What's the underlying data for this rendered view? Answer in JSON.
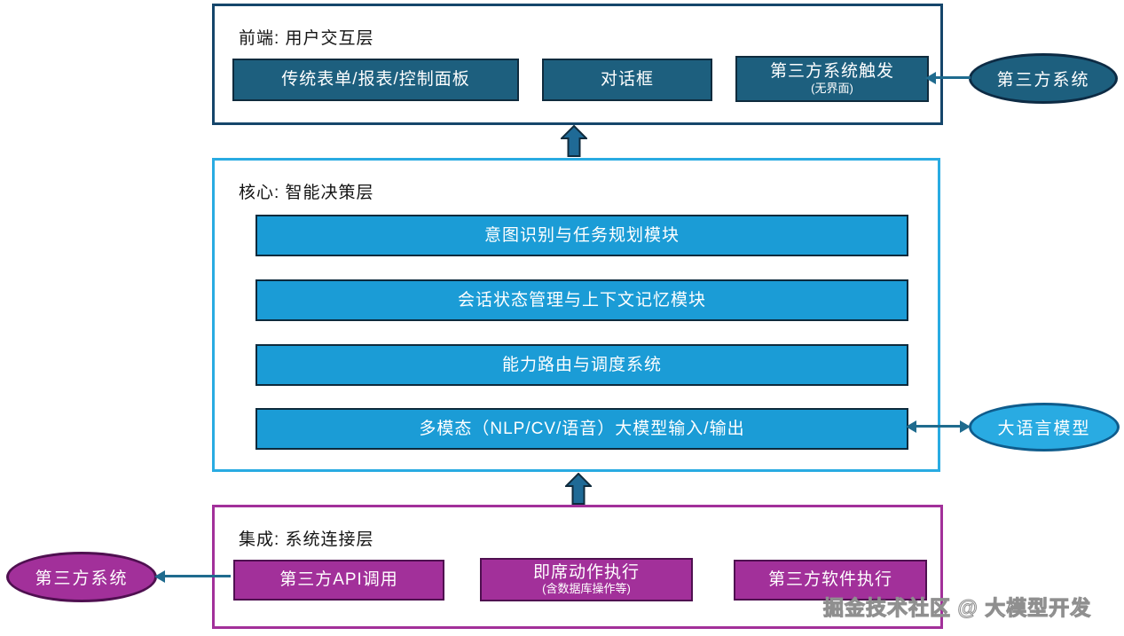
{
  "layers": {
    "frontend": {
      "title": "前端: 用户交互层",
      "boxes": [
        {
          "label": "传统表单/报表/控制面板"
        },
        {
          "label": "对话框"
        },
        {
          "label": "第三方系统触发",
          "sublabel": "(无界面)"
        }
      ],
      "external": {
        "label": "第三方系统"
      }
    },
    "core": {
      "title": "核心: 智能决策层",
      "boxes": [
        {
          "label": "意图识别与任务规划模块"
        },
        {
          "label": "会话状态管理与上下文记忆模块"
        },
        {
          "label": "能力路由与调度系统"
        },
        {
          "label": "多模态（NLP/CV/语音）大模型输入/输出"
        }
      ],
      "external": {
        "label": "大语言模型"
      }
    },
    "integration": {
      "title": "集成: 系统连接层",
      "boxes": [
        {
          "label": "第三方API调用"
        },
        {
          "label": "即席动作执行",
          "sublabel": "(含数据库操作等)"
        },
        {
          "label": "第三方软件执行"
        }
      ],
      "external": {
        "label": "第三方系统"
      }
    }
  },
  "watermark": "掘金技术社区 @ 大模型开发",
  "colors": {
    "frontend_box_fill": "#1D5F7E",
    "frontend_border": "#15466B",
    "core_box_fill": "#1B9CD6",
    "core_border": "#29ABE2",
    "integration_box_fill": "#A2309A",
    "integration_border": "#A2309A",
    "connector_line": "#1F6B8E",
    "block_arrow_fill": "#1F6A96",
    "box_outline_dark": "#0F2B3D",
    "text_on_fill": "#FFFFFF"
  }
}
